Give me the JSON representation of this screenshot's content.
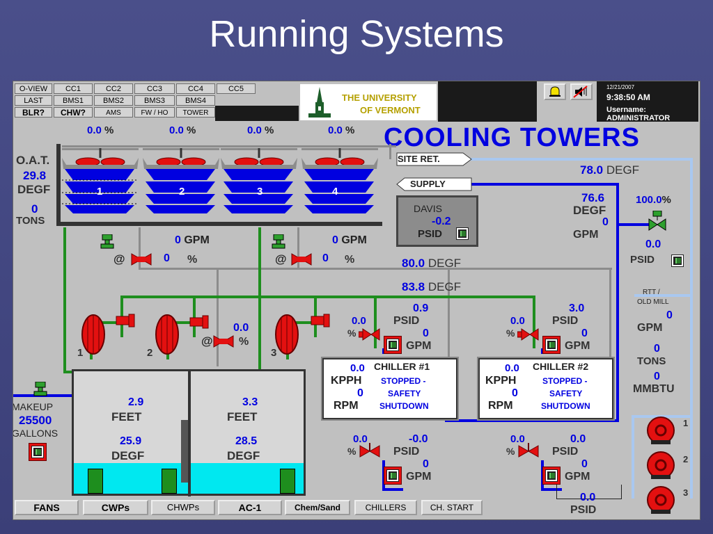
{
  "slide_title": "Running Systems",
  "nav": {
    "row1": [
      "O-VIEW",
      "CC1",
      "CC2",
      "CC3",
      "CC4",
      "CC5"
    ],
    "row2": [
      "LAST",
      "BMS1",
      "BMS2",
      "BMS3",
      "BMS4"
    ],
    "row3": [
      "BLR?",
      "CHW?",
      "AMS",
      "FW / HO",
      "TOWER"
    ]
  },
  "logo": {
    "line1": "THE UNIVERSITY",
    "line2": "OF VERMONT"
  },
  "datetime": {
    "date": "12/21/2007",
    "time": "9:38:50 AM"
  },
  "user": {
    "label": "Username:",
    "name": "ADMINISTRATOR"
  },
  "screen_title": "COOLING TOWERS",
  "oat": {
    "label": "O.A.T.",
    "value": "29.8",
    "unit": "DEGF",
    "tons": "0",
    "tons_label": "TONS"
  },
  "fans": [
    {
      "id": "1",
      "pct": "0.0"
    },
    {
      "id": "2",
      "pct": "0.0"
    },
    {
      "id": "3",
      "pct": "0.0"
    },
    {
      "id": "4",
      "pct": "0.0"
    }
  ],
  "pct_sign": "%",
  "site_ret": "SITE RET.",
  "supply": "SUPPLY",
  "temps": {
    "site_ret": "78.0",
    "supply": "76.6",
    "t80": "80.0",
    "t838": "83.8",
    "unit": "DEGF"
  },
  "supply_gpm": "0",
  "gpm_label": "GPM",
  "valve_right": {
    "pct": "100.0",
    "psid": "0.0"
  },
  "davis": {
    "label": "DAVIS",
    "value": "-0.2",
    "unit": "PSID"
  },
  "left_bypass": {
    "gpm": "0",
    "pct": "0"
  },
  "mid_bypass": {
    "gpm": "0",
    "pct": "0"
  },
  "at_sign": "@",
  "pump_valve_pct": "0.0",
  "pumps": [
    "1",
    "2",
    "3"
  ],
  "makeup": {
    "label": "MAKEUP",
    "value": "25500",
    "unit": "GALLONS"
  },
  "tanks": [
    {
      "level": "2.9",
      "level_unit": "FEET",
      "temp": "25.9",
      "temp_unit": "DEGF"
    },
    {
      "level": "3.3",
      "level_unit": "FEET",
      "temp": "28.5",
      "temp_unit": "DEGF"
    }
  ],
  "chiller1": {
    "psid_top": "0.9",
    "pct_top": "0.0",
    "gpm_top": "0",
    "title": "CHILLER #1",
    "kpph": "0.0",
    "kpph_label": "KPPH",
    "rpm": "0",
    "rpm_label": "RPM",
    "status": [
      "STOPPED -",
      "SAFETY",
      "SHUTDOWN"
    ],
    "pct_bot": "0.0",
    "psid_bot": "-0.0",
    "gpm_bot": "0"
  },
  "chiller2": {
    "psid_top": "3.0",
    "pct_top": "0.0",
    "gpm_top": "0",
    "title": "CHILLER #2",
    "kpph": "0.0",
    "kpph_label": "KPPH",
    "rpm": "0",
    "rpm_label": "RPM",
    "status": [
      "STOPPED -",
      "SAFETY",
      "SHUTDOWN"
    ],
    "pct_bot": "0.0",
    "psid_bot": "0.0",
    "gpm_bot": "0"
  },
  "psid_label": "PSID",
  "rtt": {
    "label1": "RTT /",
    "label2": "OLD MILL",
    "gpm": "0",
    "tons": "0",
    "tons_label": "TONS",
    "mmbtu": "0",
    "mmbtu_label": "MMBTU"
  },
  "right_pumps": [
    "1",
    "2",
    "3"
  ],
  "bottom_psid": "0.0",
  "bottom_buttons": [
    "FANS",
    "CWPs",
    "CHWPs",
    "AC-1",
    "Chem/Sand",
    "CHILLERS",
    "CH. START"
  ]
}
